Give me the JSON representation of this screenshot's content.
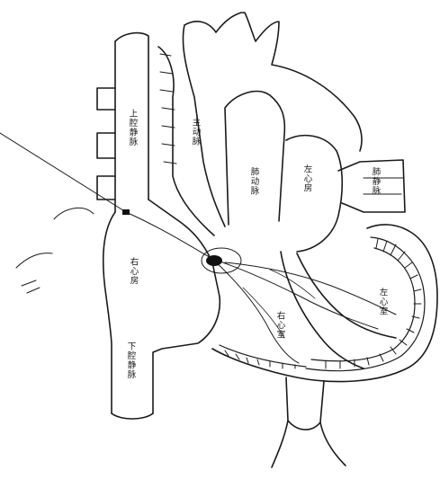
{
  "diagram": {
    "labels": {
      "superior_vena_cava": "上腔静脉",
      "aorta": "主动脉",
      "pulmonary_artery": "肺动脉",
      "left_atrium": "左心房",
      "pulmonary_vein": "肺静脉",
      "right_atrium": "右心房",
      "inferior_vena_cava": "下腔静脉",
      "right_ventricle": "右心室",
      "left_ventricle": "左心室"
    },
    "colors": {
      "ink": "#1a1a1a",
      "paper": "#ffffff",
      "node": "#111111"
    }
  }
}
